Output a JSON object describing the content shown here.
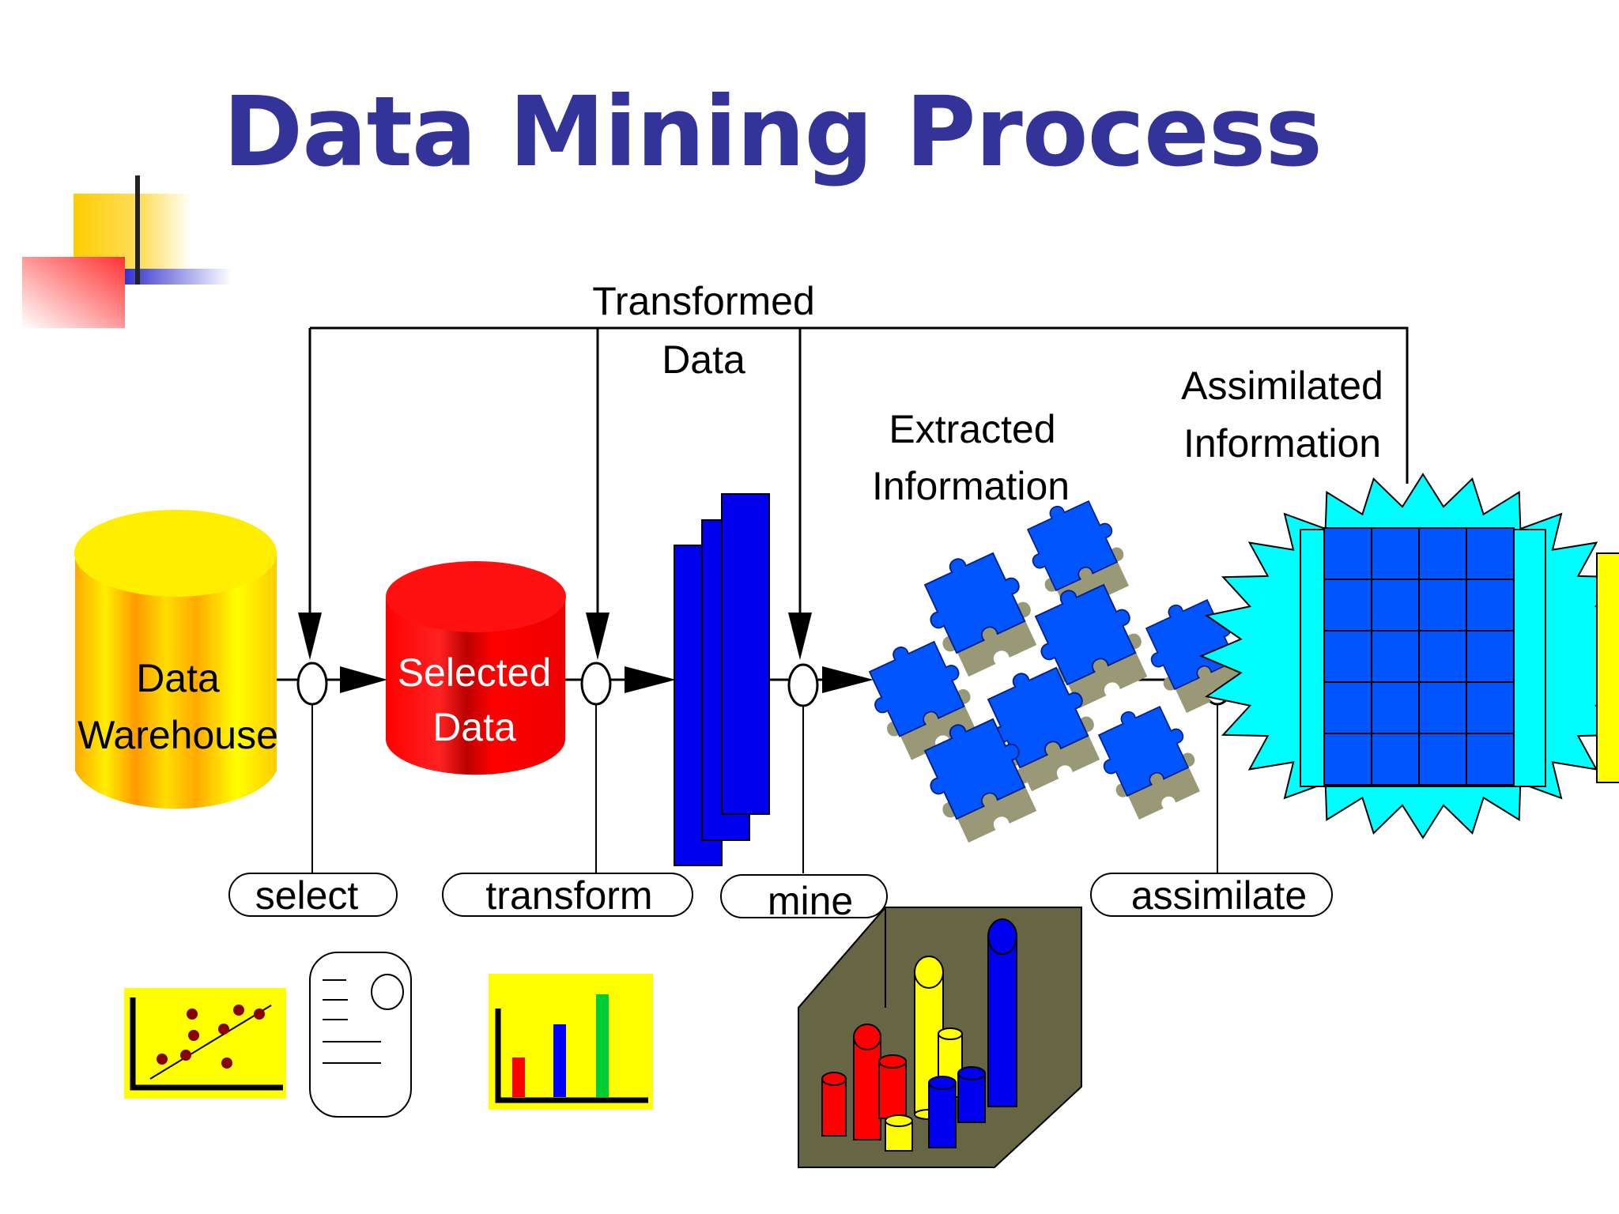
{
  "slide": {
    "title": "Data Mining Process",
    "title_color": "#333399"
  },
  "feedback": {
    "label_line1": "Transformed",
    "label_line2": "Data"
  },
  "stores": {
    "warehouse": {
      "line1": "Data",
      "line2": "Warehouse",
      "color": "#ffcc00"
    },
    "selected": {
      "line1": "Selected",
      "line2": "Data",
      "color": "#ff0000"
    }
  },
  "extracted": {
    "line1": "Extracted",
    "line2": "Information",
    "color": "#0055ff"
  },
  "assimilated": {
    "line1": "Assimilated",
    "line2": "Information",
    "burst_color": "#00ffff"
  },
  "steps": [
    {
      "name": "select"
    },
    {
      "name": "transform"
    },
    {
      "name": "mine"
    },
    {
      "name": "assimilate"
    }
  ],
  "icons": [
    "scatter-plot-icon",
    "report-document-icon",
    "bar-chart-icon",
    "3d-cylinder-chart-icon"
  ],
  "colors": {
    "accent_red": "#ff0000",
    "accent_yellow": "#ffff00",
    "accent_blue": "#0000ff",
    "green": "#00cc33",
    "box_olive": "#666644"
  }
}
